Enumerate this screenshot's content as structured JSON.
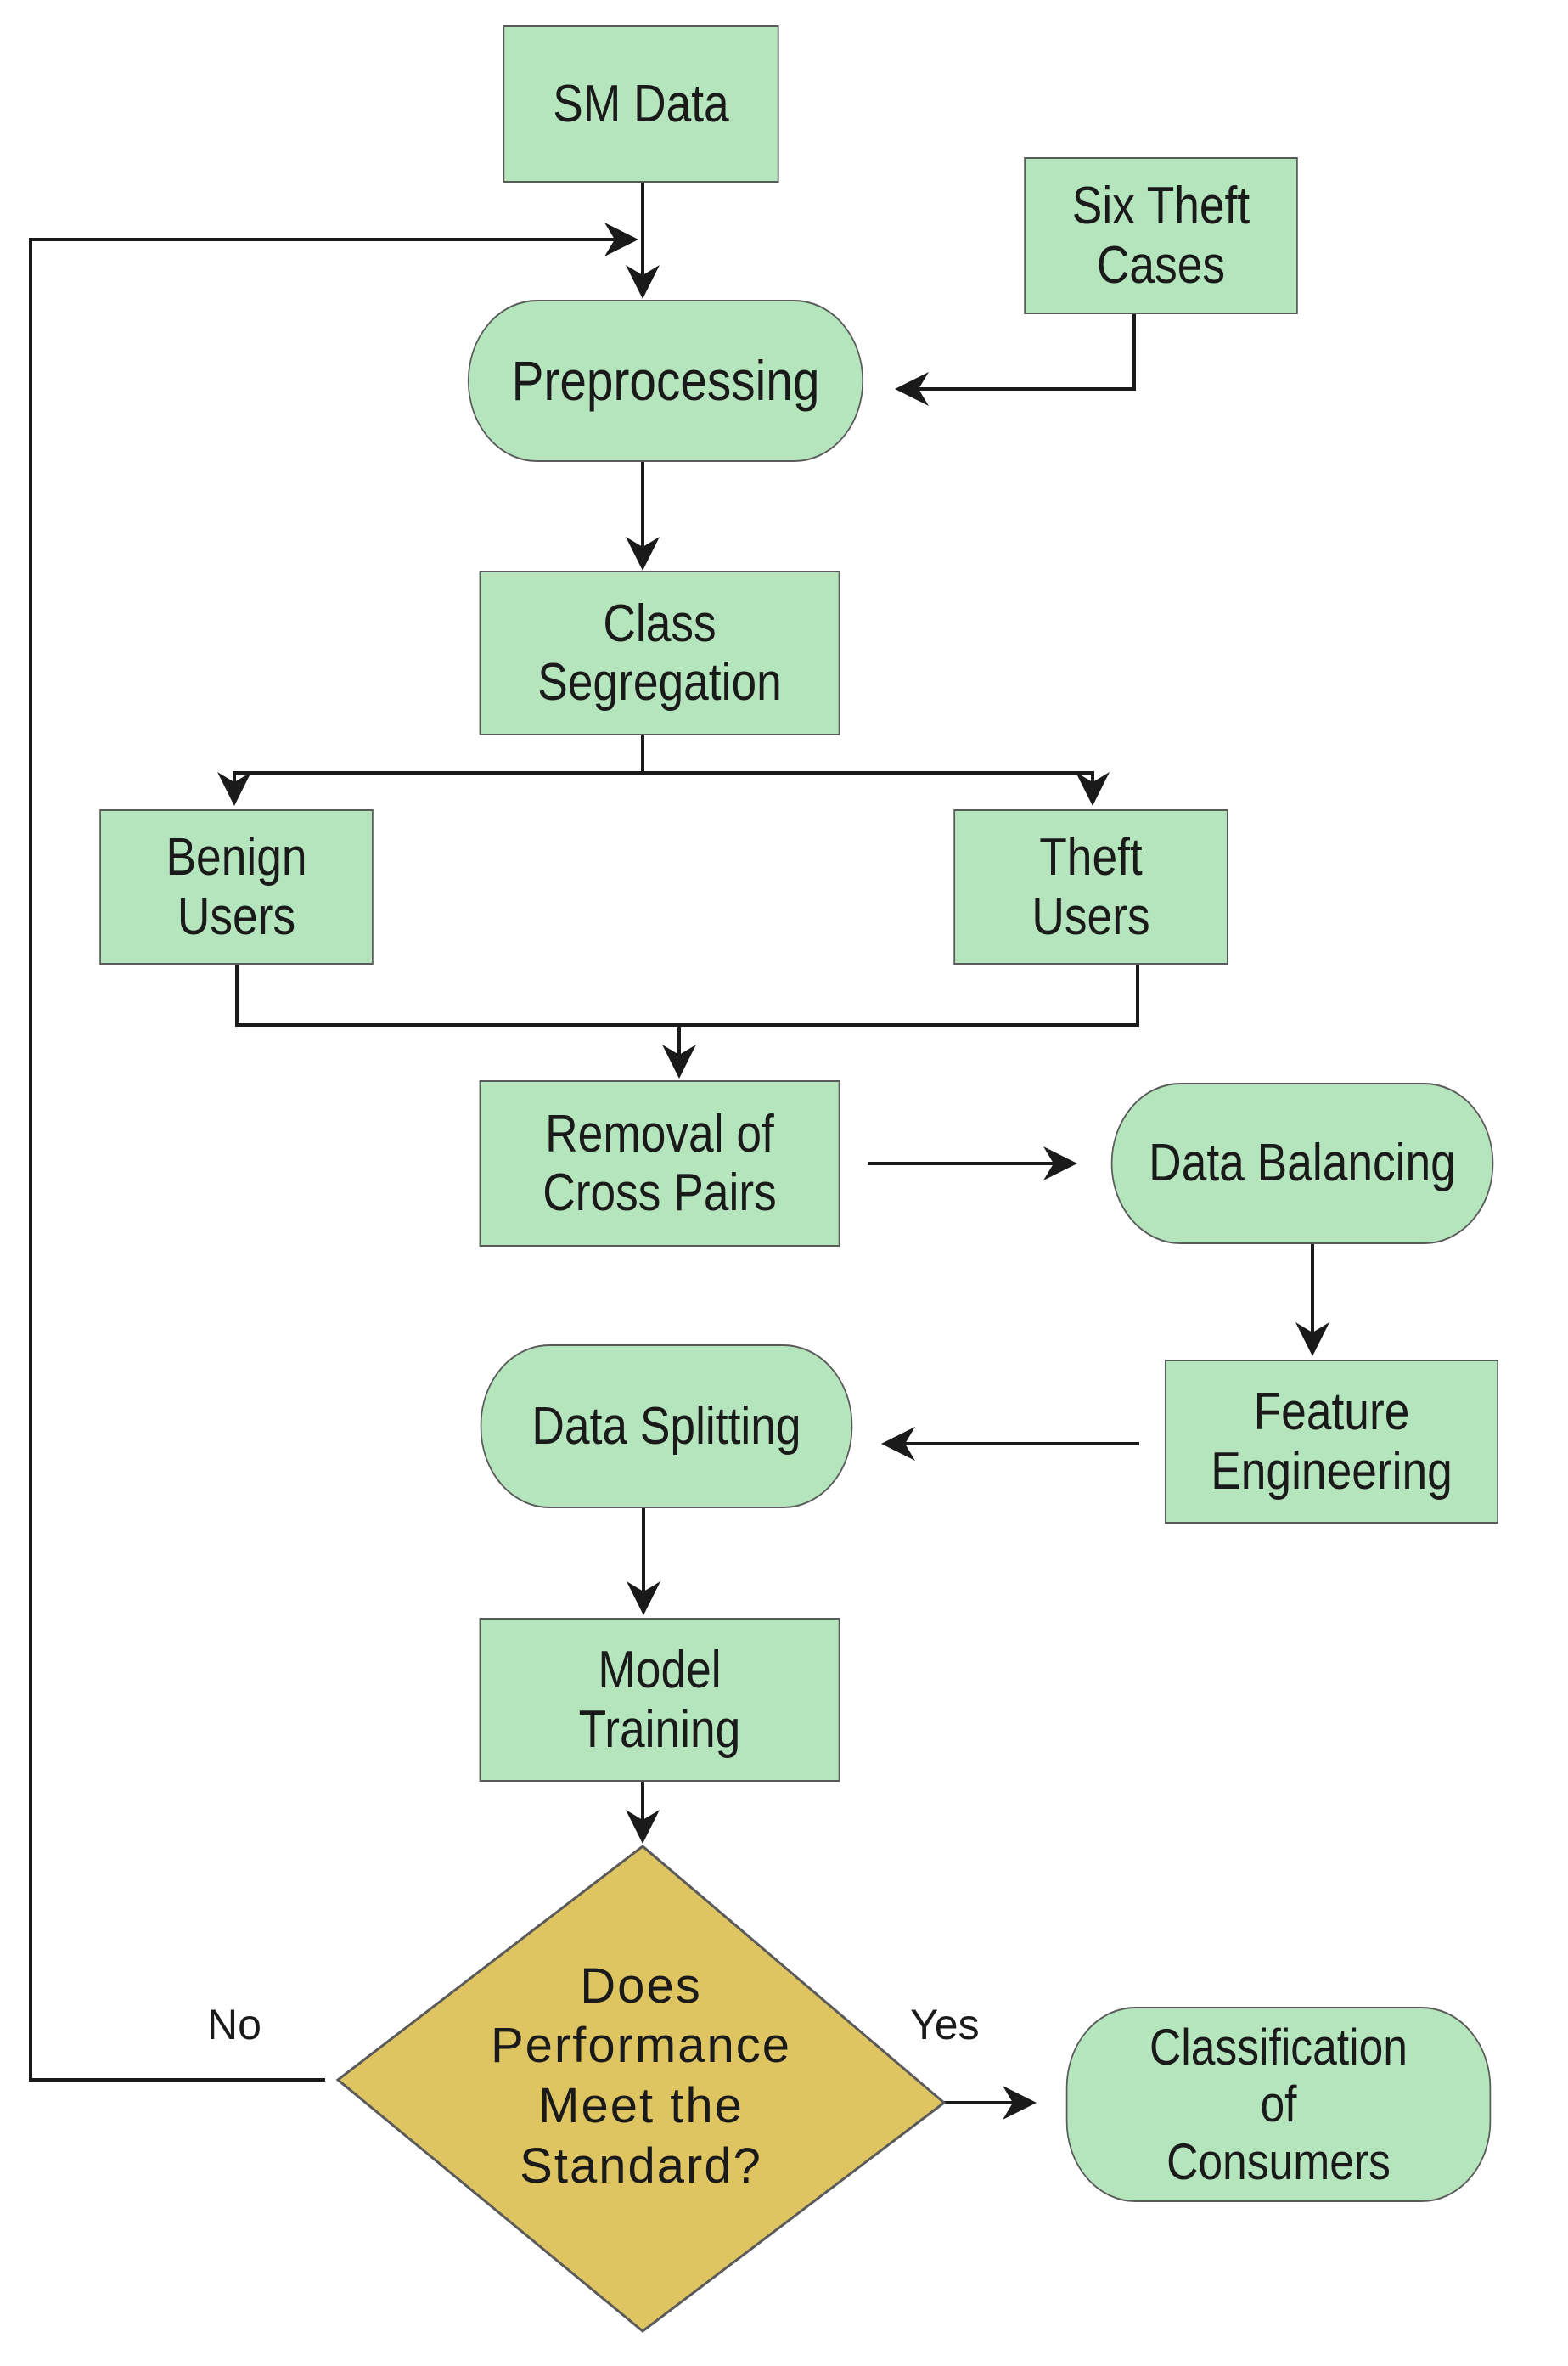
{
  "flowchart": {
    "nodes": {
      "sm_data": "SM Data",
      "six_theft_cases": "Six Theft\nCases",
      "preprocessing": "Preprocessing",
      "class_segregation": "Class\nSegregation",
      "benign_users": "Benign\nUsers",
      "theft_users": "Theft\nUsers",
      "removal_cross_pairs": "Removal of\nCross Pairs",
      "data_balancing": "Data Balancing",
      "feature_engineering": "Feature\nEngineering",
      "data_splitting": "Data Splitting",
      "model_training": "Model\nTraining",
      "decision": "Does\nPerformance\nMeet the\nStandard?",
      "classification": "Classification\nof\nConsumers"
    },
    "edge_labels": {
      "no": "No",
      "yes": "Yes"
    },
    "colors": {
      "process_fill": "#b5e5bc",
      "decision_fill": "#dfc562",
      "border": "#5a5a5a",
      "arrow": "#1a1a1a"
    }
  }
}
